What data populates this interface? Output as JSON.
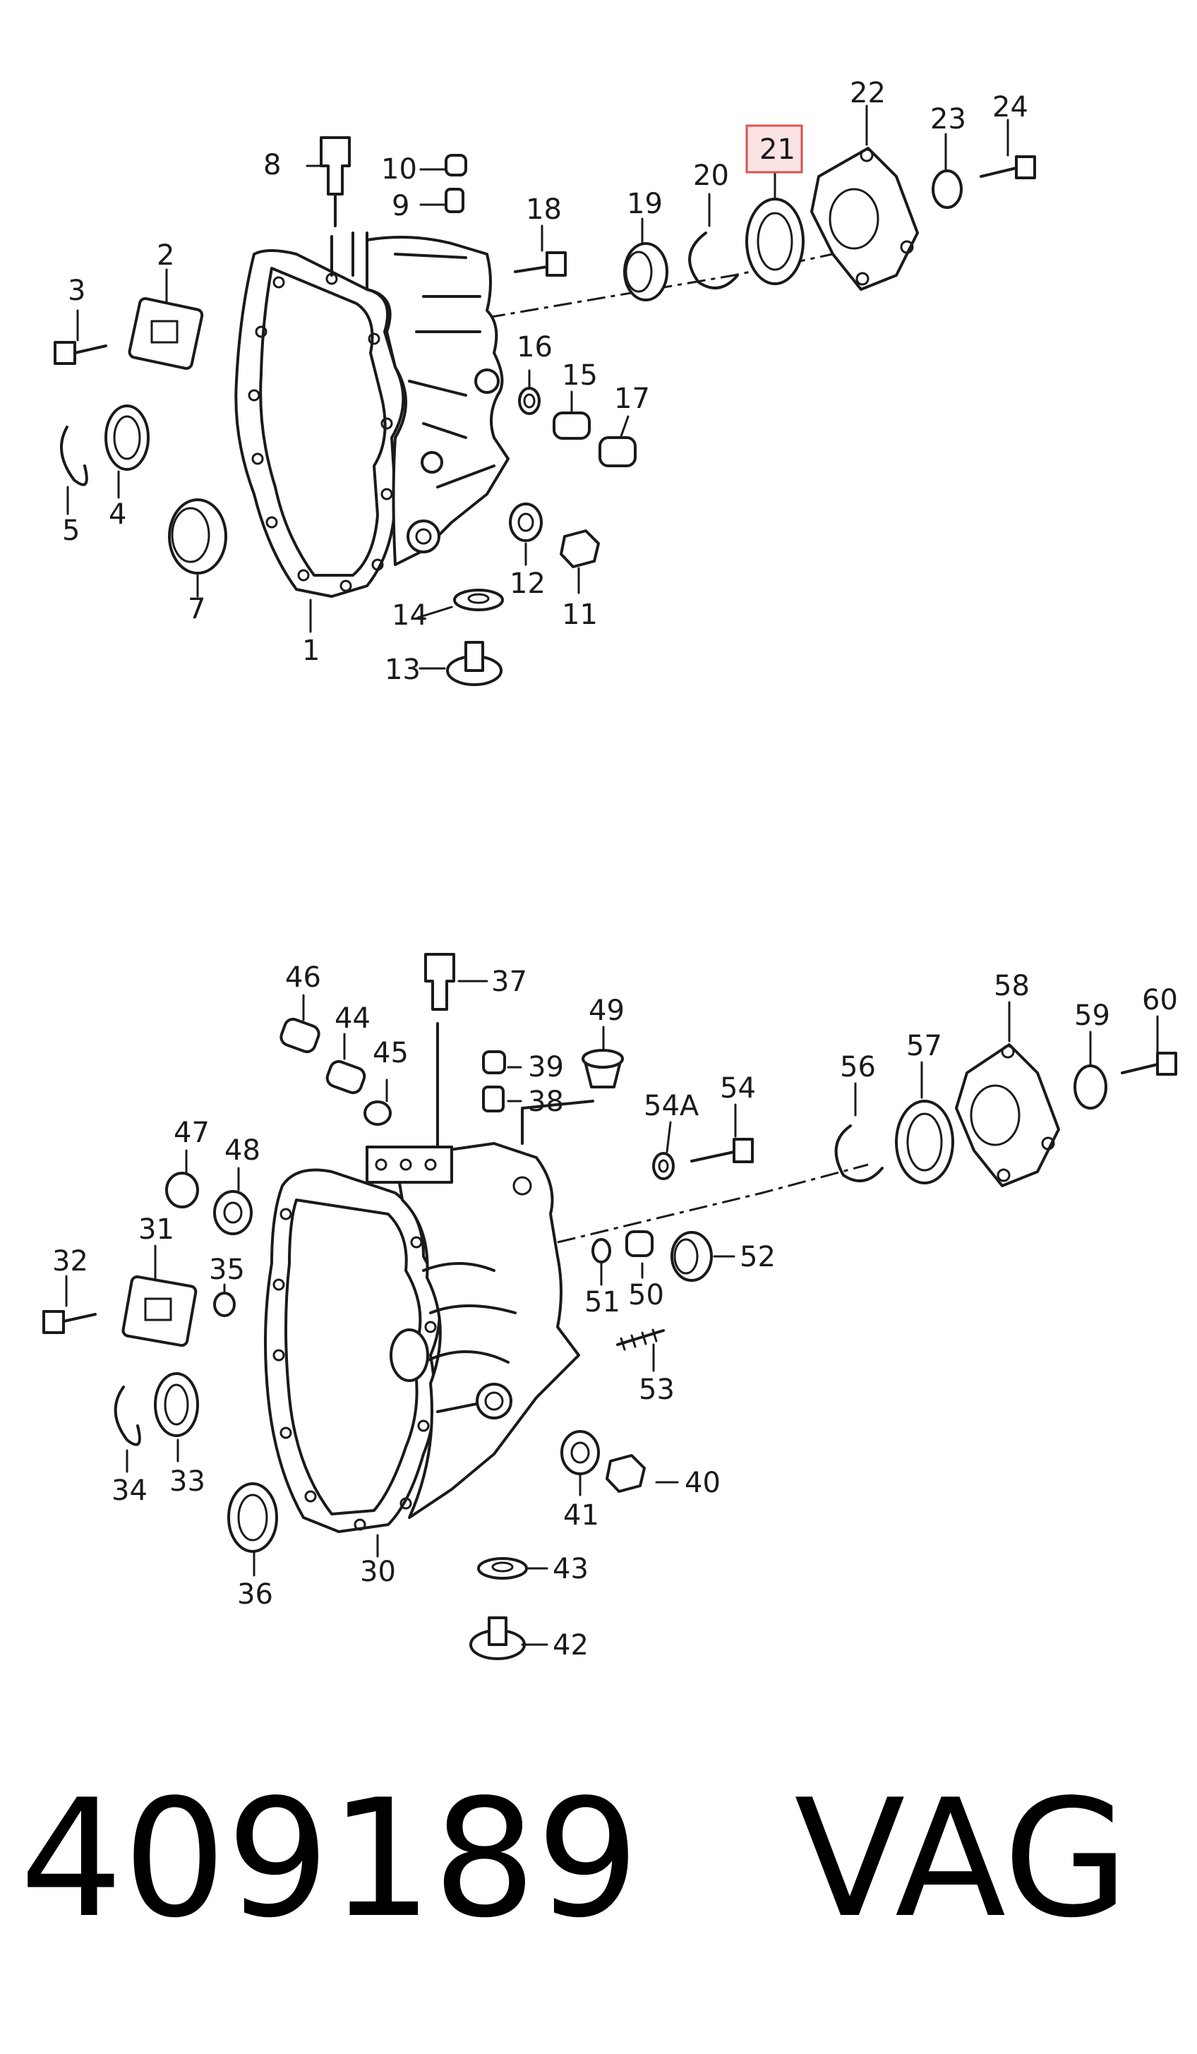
{
  "diagram": {
    "highlight_color": "#d9534f",
    "highlighted_part": "21",
    "top_labels": [
      "1",
      "2",
      "3",
      "4",
      "5",
      "7",
      "8",
      "9",
      "10",
      "11",
      "12",
      "13",
      "14",
      "15",
      "16",
      "17",
      "18",
      "19",
      "20",
      "21",
      "22",
      "23",
      "24"
    ],
    "bottom_labels": [
      "30",
      "31",
      "32",
      "33",
      "34",
      "35",
      "36",
      "37",
      "38",
      "39",
      "40",
      "41",
      "42",
      "43",
      "44",
      "45",
      "46",
      "47",
      "48",
      "49",
      "50",
      "51",
      "52",
      "53",
      "54",
      "54A",
      "56",
      "57",
      "58",
      "59",
      "60"
    ]
  },
  "footer": {
    "text": "409189   VAG"
  }
}
